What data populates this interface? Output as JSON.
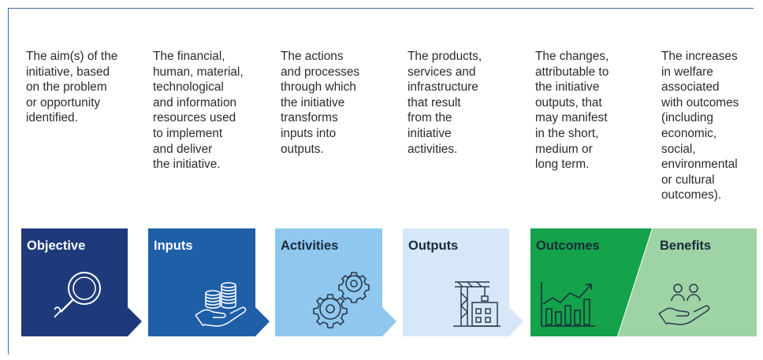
{
  "stages": [
    {
      "title": "Objective",
      "description": "The aim(s) of the\ninitiative, based\non the problem\nor opportunity\nidentified.",
      "icon": "magnifying-glass-icon",
      "color": "#1f3a7a",
      "text_color": "#ffffff"
    },
    {
      "title": "Inputs",
      "description": "The financial,\nhuman, material,\ntechnological\nand information\nresources used\nto implement\nand deliver\nthe initiative.",
      "icon": "coins-in-hand-icon",
      "color": "#1f5fa8",
      "text_color": "#ffffff"
    },
    {
      "title": "Activities",
      "description": "The actions\nand processes\nthrough which\nthe initiative\ntransforms\ninputs into\noutputs.",
      "icon": "gears-icon",
      "color": "#8fc7ee",
      "text_color": "#1a2a3a"
    },
    {
      "title": "Outputs",
      "description": "The products,\nservices and\ninfrastructure\nthat result\nfrom the\ninitiative\nactivities.",
      "icon": "crane-building-icon",
      "color": "#d6e8f7",
      "text_color": "#1a2a3a"
    },
    {
      "title": "Outcomes",
      "description": "The changes,\nattributable to\nthe initiative\noutputs, that\nmay manifest\nin the short,\nmedium or\nlong term.",
      "icon": "growth-chart-icon",
      "color": "#14a24a",
      "text_color": "#1a2a3a"
    },
    {
      "title": "Benefits",
      "description": "The increases\nin welfare\nassociated\nwith outcomes\n(including\neconomic,\nsocial,\nenvironmental\nor cultural\noutcomes).",
      "icon": "people-in-hand-icon",
      "color": "#9ed3a6",
      "text_color": "#1a2a3a"
    }
  ]
}
